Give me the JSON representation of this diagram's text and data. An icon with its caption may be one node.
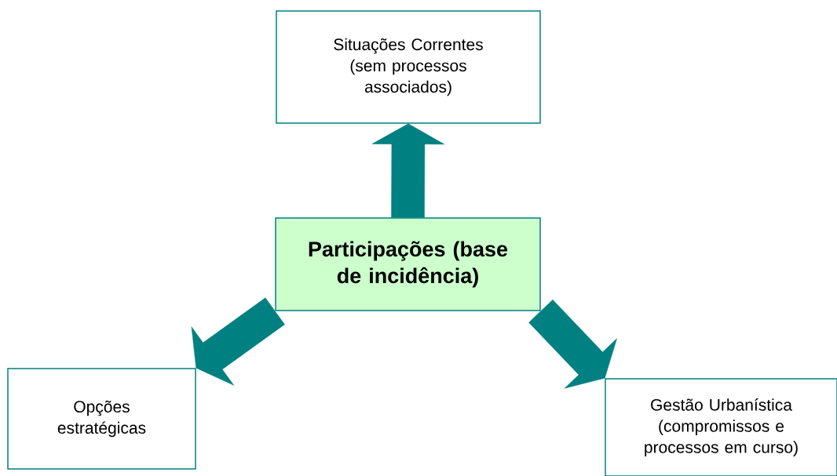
{
  "diagram": {
    "nodes": [
      {
        "text": [
          "Participações (base de incidência)"
        ]
      },
      {
        "text": [
          "Situações Correntes (sem processos associados)"
        ]
      },
      {
        "text": [
          "Opções estratégicas"
        ]
      },
      {
        "text": [
          "Gestão Urbanística (compromissos e processos em curso)"
        ]
      }
    ],
    "edges": [
      {
        "from": 0,
        "to": 1,
        "arrow": "to"
      },
      {
        "from": 0,
        "to": 2,
        "arrow": "to"
      },
      {
        "from": 0,
        "to": 3,
        "arrow": "to"
      }
    ]
  }
}
